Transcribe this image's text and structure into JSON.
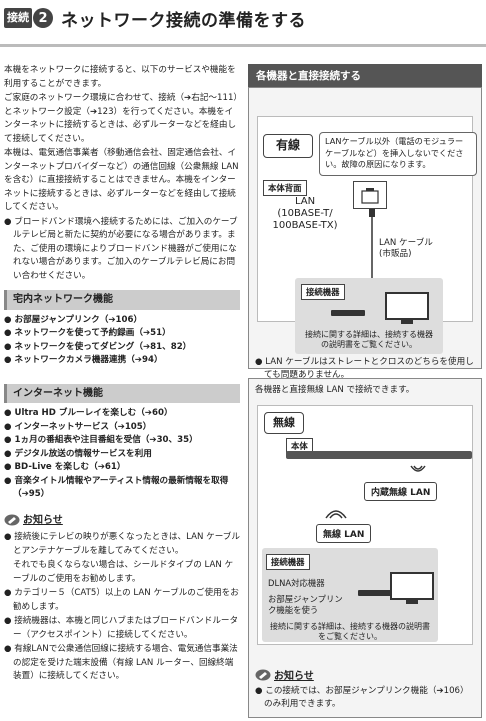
{
  "header": {
    "step_word": "接続",
    "step_number": "2",
    "title": "ネットワーク接続の準備をする"
  },
  "intro": {
    "p1": "本機をネットワークに接続すると、以下のサービスや機能を利用することができます。",
    "p2": "ご家庭のネットワーク環境に合わせて、接続（➔右記〜111）とネットワーク設定（➔123）を行ってください。本機をインターネットに接続するときは、必ずルーターなどを経由して接続してください。",
    "p3": "本機は、電気通信事業者（移動通信会社、固定通信会社、インターネットプロバイダーなど）の通信回線（公衆無線 LAN を含む）に直接接続することはできません。本機をインターネットに接続するときは、必ずルーターなどを経由して接続してください。",
    "p4": "● ブロードバンド環境へ接続するためには、ご加入のケーブルテレビ局と新たに契約が必要になる場合があります。また、ご使用の環境によりブロードバンド機器がご使用になれない場合があります。ご加入のケーブルテレビ局にお問い合わせください。"
  },
  "home_network": {
    "heading": "宅内ネットワーク機能",
    "items": [
      "● お部屋ジャンプリンク（➔106）",
      "● ネットワークを使って予約録画（➔51）",
      "● ネットワークを使ってダビング（➔81、82）",
      "● ネットワークカメラ機器連携（➔94）"
    ]
  },
  "internet": {
    "heading": "インターネット機能",
    "items": [
      "● Ultra HD ブルーレイを楽しむ（➔60）",
      "● インターネットサービス（➔105）",
      "● 1ヵ月の番組表や注目番組を受信（➔30、35）",
      "● デジタル放送の情報サービスを利用",
      "● BD-Live を楽しむ（➔61）",
      "● 音楽タイトル情報やアーティスト情報の最新情報を取得（➔95）"
    ]
  },
  "notice": {
    "label": "お知らせ",
    "items": [
      "● 接続後にテレビの映りが悪くなったときは、LAN ケーブルとアンテナケーブルを離してみてください。",
      "それでも良くならない場合は、シールドタイプの LAN ケーブルのご使用をお勧めします。",
      "● カテゴリー５（CAT5）以上の LAN ケーブルのご使用をお勧めします。",
      "● 接続機器は、本機と同じハブまたはブロードバンドルーター（アクセスポイント）に接続してください。",
      "● 有線LANで公衆通信回線に接続する場合、電気通信事業法の認定を受けた端末設備（有線 LAN ルーター、回線終端装置）に接続してください。"
    ]
  },
  "direct": {
    "heading": "各機器と直接接続する",
    "wired_tag": "有線",
    "warning": "LANケーブル以外（電話のモジュラーケーブルなど）を挿入しないでください。故障の原因になります。",
    "rear_label": "本体背面",
    "lan_spec_line1": "LAN",
    "lan_spec_line2": "(10BASE-T/",
    "lan_spec_line3": "100BASE-TX)",
    "cable_line1": "LAN ケーブル",
    "cable_line2": "(市販品)",
    "device_label": "接続機器",
    "device_note": "接続に関する詳細は、接続する機器の説明書をご覧ください。",
    "note": "● LAN ケーブルはストレートとクロスのどちらを使用しても問題ありません。"
  },
  "wireless": {
    "intro": "各機器と直接無線 LAN で接続できます。",
    "tag": "無線",
    "unit_label": "本体",
    "builtin": "内蔵無線 LAN",
    "wlan": "無線 LAN",
    "device_label": "接続機器",
    "dlna": "DLNA対応機器",
    "jump": "お部屋ジャンプリンク機能を使う",
    "device_note": "接続に関する詳細は、接続する機器の説明書をご覧ください。",
    "notice_label": "お知らせ",
    "note": "● この接続では、お部屋ジャンプリンク機能（➔106）のみ利用できます。"
  }
}
